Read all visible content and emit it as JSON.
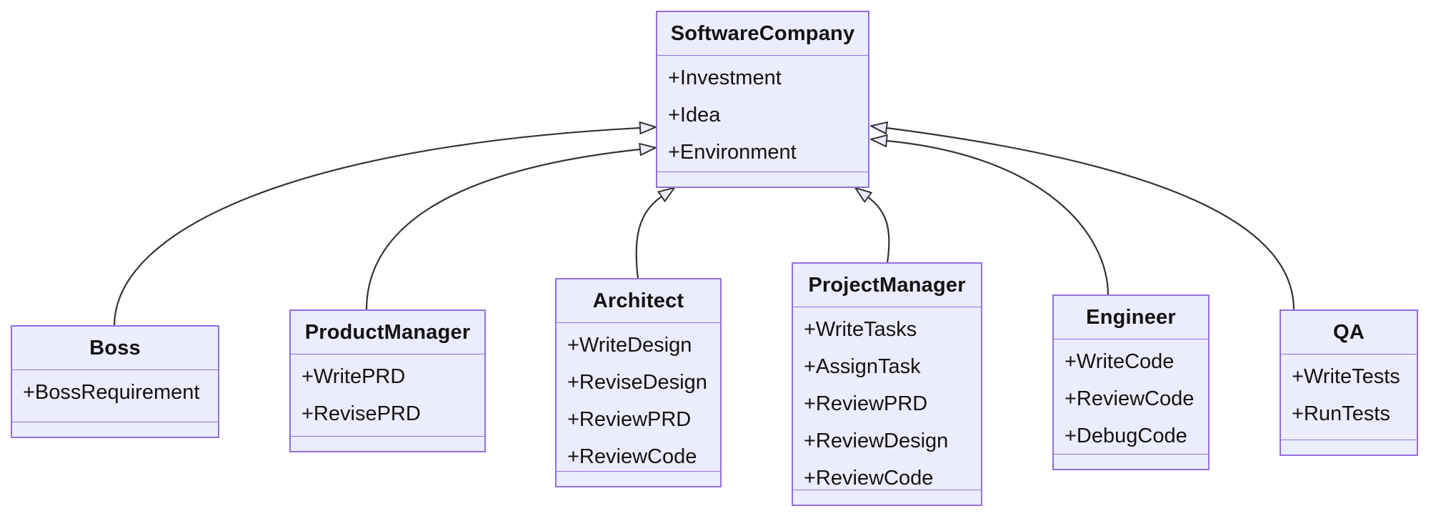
{
  "diagram": {
    "kind": "uml-class-diagram",
    "background_color": "#ffffff",
    "colors": {
      "node_fill": "#ECECFF",
      "node_border": "#9370DB",
      "separator": "#9370DB",
      "edge_line": "#333333",
      "arrowhead_fill": "#ECECFF",
      "text": "#131313"
    },
    "classes": {
      "software_company": {
        "name": "SoftwareCompany",
        "members": [
          "+Investment",
          "+Idea",
          "+Environment"
        ]
      },
      "boss": {
        "name": "Boss",
        "members": [
          "+BossRequirement"
        ]
      },
      "product_manager": {
        "name": "ProductManager",
        "members": [
          "+WritePRD",
          "+RevisePRD"
        ]
      },
      "architect": {
        "name": "Architect",
        "members": [
          "+WriteDesign",
          "+ReviseDesign",
          "+ReviewPRD",
          "+ReviewCode"
        ]
      },
      "project_manager": {
        "name": "ProjectManager",
        "members": [
          "+WriteTasks",
          "+AssignTask",
          "+ReviewPRD",
          "+ReviewDesign",
          "+ReviewCode"
        ]
      },
      "engineer": {
        "name": "Engineer",
        "members": [
          "+WriteCode",
          "+ReviewCode",
          "+DebugCode"
        ]
      },
      "qa": {
        "name": "QA",
        "members": [
          "+WriteTests",
          "+RunTests"
        ]
      }
    },
    "relations": [
      {
        "from": "Boss",
        "to": "SoftwareCompany",
        "type": "inheritance"
      },
      {
        "from": "ProductManager",
        "to": "SoftwareCompany",
        "type": "inheritance"
      },
      {
        "from": "Architect",
        "to": "SoftwareCompany",
        "type": "inheritance"
      },
      {
        "from": "ProjectManager",
        "to": "SoftwareCompany",
        "type": "inheritance"
      },
      {
        "from": "Engineer",
        "to": "SoftwareCompany",
        "type": "inheritance"
      },
      {
        "from": "QA",
        "to": "SoftwareCompany",
        "type": "inheritance"
      }
    ]
  }
}
